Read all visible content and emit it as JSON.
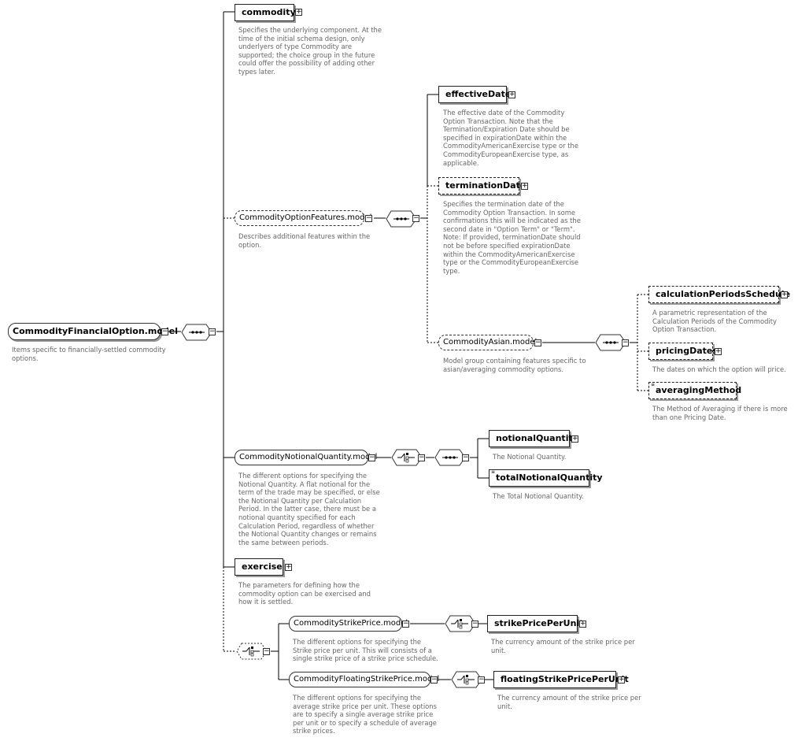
{
  "root": {
    "name": "CommodityFinancialOption.model",
    "description": "Items specific to financially-settled commodity\noptions."
  },
  "commodity": {
    "name": "commodity",
    "description": "Specifies the underlying component. At the\ntime of the initial schema design, only\nunderlyers of type Commodity are\nsupported; the choice group in the future\ncould offer the possibility of adding other\ntypes later."
  },
  "option_features": {
    "name": "CommodityOptionFeatures.model",
    "description": "Describes additional features within the\noption."
  },
  "effective_date": {
    "name": "effectiveDate",
    "description": "The effective date of the Commodity\nOption Transaction. Note that the\nTermination/Expiration Date should be\nspecified in expirationDate within the\nCommodityAmericanExercise type or the\nCommodityEuropeanExercise type, as\napplicable."
  },
  "termination_date": {
    "name": "terminationDate",
    "description": "Specifies the termination date of the\nCommodity Option Transaction. In some\nconfirmations this will be indicated as the\nsecond date in \"Option Term\" or \"Term\".\nNote: If provided, terminationDate should\nnot be before specified expirationDate\nwithin the CommodityAmericanExercise\ntype or the CommodityEuropeanExercise\ntype."
  },
  "commodity_asian": {
    "name": "CommodityAsian.model",
    "description": "Model group containing features specific to\nasian/averaging commodity options."
  },
  "calc_periods": {
    "name": "calculationPeriodsSchedule",
    "description": "A parametric representation of the\nCalculation Periods of the Commodity\nOption Transaction."
  },
  "pricing_dates": {
    "name": "pricingDates",
    "description": "The dates on which the option will price."
  },
  "averaging_method": {
    "name": "averagingMethod",
    "description": "The Method of Averaging if there is more\nthan one Pricing Date."
  },
  "notional_quantity_model": {
    "name": "CommodityNotionalQuantity.model",
    "description": "The different options for specifying the\nNotional Quantity. A flat notional for the\nterm of the trade may be specified, or else\nthe Notional Quantity per Calculation\nPeriod. In the latter case, there must be a\nnotional quantity specified for each\nCalculation Period, regardless of whether\nthe Notional Quantity changes or remains\nthe same between periods."
  },
  "notional_quantity": {
    "name": "notionalQuantity",
    "description": "The Notional Quantity."
  },
  "total_notional_quantity": {
    "name": "totalNotionalQuantity",
    "description": "The Total Notional Quantity."
  },
  "exercise": {
    "name": "exercise",
    "description": "The parameters for defining how the\ncommodity option can be exercised and\nhow it is settled."
  },
  "strike_price_model": {
    "name": "CommodityStrikePrice.model",
    "description": "The different options for specifying the\nStrike price per unit. This will consists of a\nsingle strike price of a strike price schedule."
  },
  "strike_price_per_unit": {
    "name": "strikePricePerUnit",
    "description": "The currency amount of the strike price per\nunit."
  },
  "floating_strike_model": {
    "name": "CommodityFloatingStrikePrice.model",
    "description": "The different options for specifying the\naverage strike price per unit. These options\nare to specify a single average strike price\nper unit or to specify a schedule of average\nstrike prices."
  },
  "floating_strike_per_unit": {
    "name": "floatingStrikePricePerUnit",
    "description": "The currency amount of the strike price per\nunit."
  },
  "icons": {
    "expand": "+",
    "collapse": "−"
  }
}
